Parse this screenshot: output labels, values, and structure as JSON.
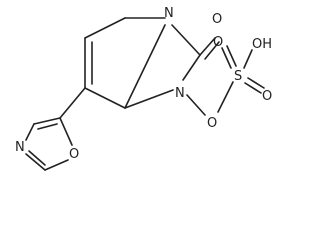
{
  "colors": {
    "bond": "#222222",
    "background": "#ffffff"
  },
  "atoms": {
    "n_bridgehead": "N",
    "o_carbonyl": "O",
    "n_amide": "N",
    "o_ether": "O",
    "s_sulfur": "S",
    "o_sulfonyl_top_left": "O",
    "o_sulfonyl_bottom_right": "O",
    "oh_label": "OH",
    "n_oxazole": "N",
    "o_oxazole": "O"
  }
}
